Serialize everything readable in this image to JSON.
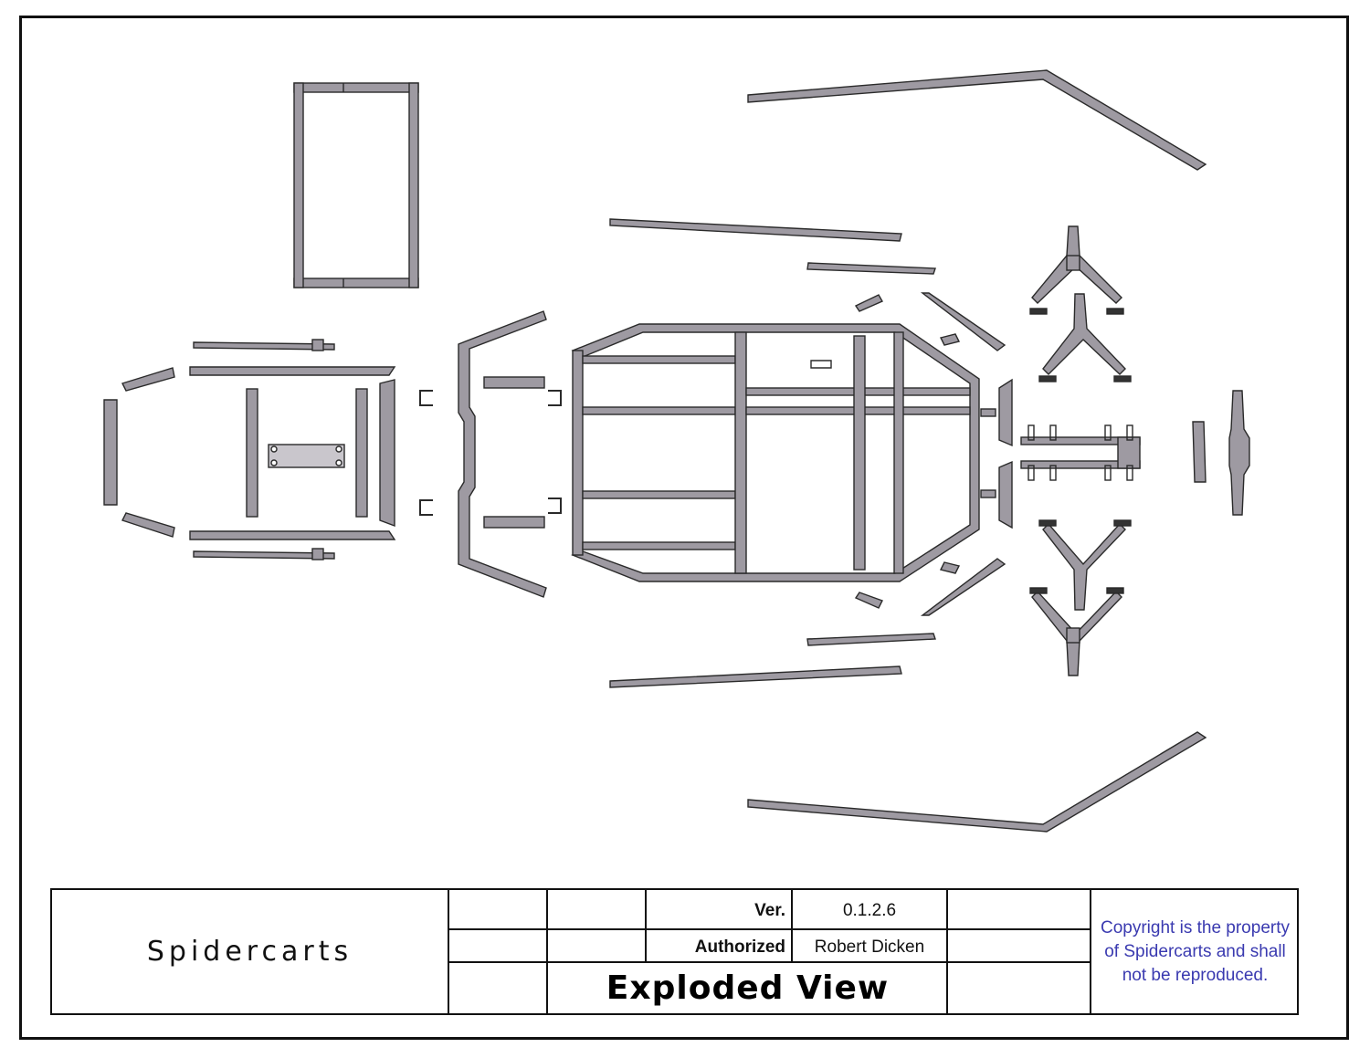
{
  "title_block": {
    "brand": "Spidercarts",
    "version_label": "Ver.",
    "version_value": "0.1.2.6",
    "authorized_label": "Authorized",
    "authorized_value": "Robert Dicken",
    "drawing_title": "Exploded View",
    "copyright_notice": "Copyright is the property of Spidercarts and shall not be reproduced."
  },
  "colors": {
    "tube_fill": "#9e9aa2",
    "tube_stroke": "#2a2a2a",
    "border": "#111111",
    "copyright_text": "#3a3ab0"
  }
}
